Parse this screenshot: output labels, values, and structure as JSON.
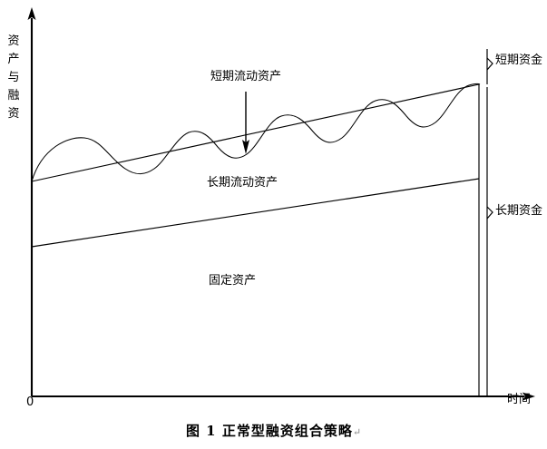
{
  "figure": {
    "caption": "图 1 正常型融资组合策略",
    "caption_mark": "↵",
    "background_color": "#ffffff",
    "line_color": "#000000"
  },
  "axes": {
    "y_label": "资产与融资",
    "x_label": "时间",
    "origin_label": "0",
    "y_axis_has_arrow": true,
    "x_axis_has_arrow": true
  },
  "labels": {
    "short_term_current_assets": "短期流动资产",
    "long_term_current_assets": "长期流动资产",
    "fixed_assets": "固定资产",
    "short_term_funds": "短期资金",
    "long_term_funds": "长期资金"
  },
  "chart_data": {
    "type": "line",
    "title": "图 1 正常型融资组合策略",
    "xlabel": "时间",
    "ylabel": "资产与融资",
    "grid": false,
    "legend": "none",
    "xlim": [
      0,
      1
    ],
    "ylim": [
      0,
      1
    ],
    "annotations": [
      {
        "text": "短期流动资产",
        "target": "wavy band above long-term current asset line",
        "arrow": "down"
      },
      {
        "text": "长期流动资产",
        "target": "band between fixed asset line and long-term current asset line",
        "arrow": "none"
      },
      {
        "text": "固定资产",
        "target": "band below fixed asset line",
        "arrow": "none"
      },
      {
        "text": "短期资金",
        "target": "brace spanning fluctuating top band at right edge",
        "arrow": "brace"
      },
      {
        "text": "长期资金",
        "target": "brace spanning from baseline up to long-term current asset line at right edge",
        "arrow": "brace"
      }
    ],
    "series": [
      {
        "name": "长期流动资产上界 (long-term current asset boundary)",
        "description": "rising straight line",
        "x": [
          0.0,
          1.0
        ],
        "y": [
          0.555,
          0.813
        ]
      },
      {
        "name": "固定资产上界 (fixed asset boundary)",
        "description": "rising straight line, shallower slope",
        "x": [
          0.0,
          1.0
        ],
        "y": [
          0.394,
          0.575
        ]
      },
      {
        "name": "短期流动资产 (short-term current assets)",
        "description": "wavy arcs riding on the long-term current asset boundary",
        "arc_count": 5,
        "arc_peaks_x": [
          0.1,
          0.31,
          0.52,
          0.73,
          0.95
        ],
        "arc_peak_heights": [
          0.085,
          0.085,
          0.085,
          0.085,
          0.085
        ]
      }
    ]
  }
}
